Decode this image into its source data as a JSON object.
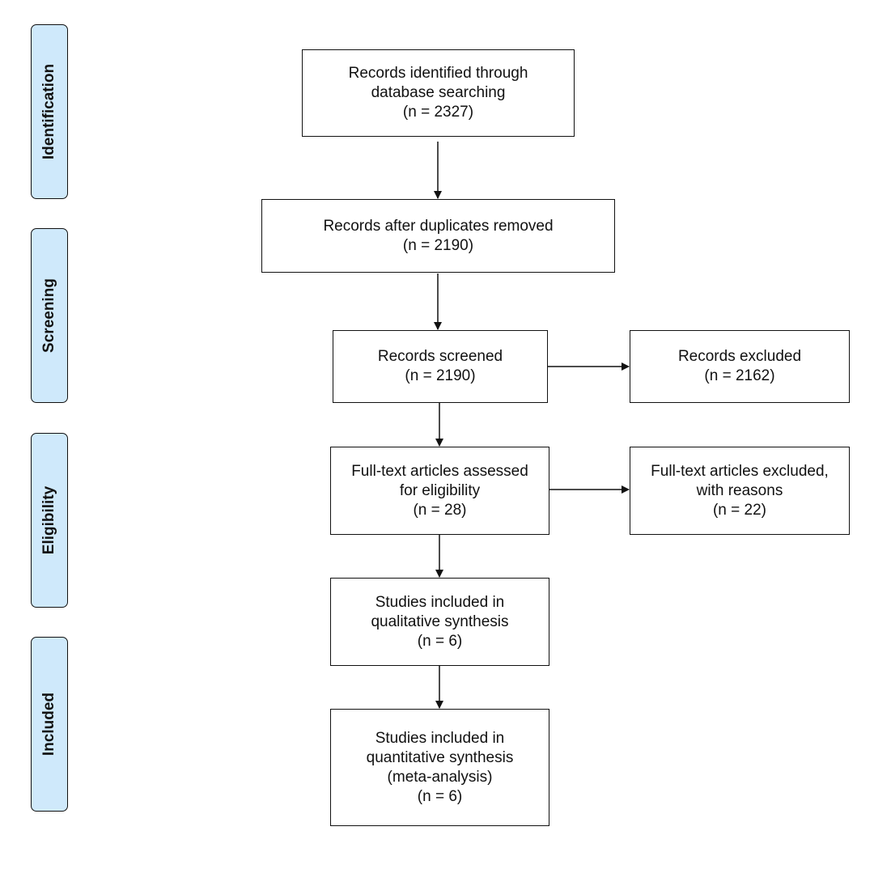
{
  "phases": {
    "identification": "Identification",
    "screening": "Screening",
    "eligibility": "Eligibility",
    "included": "Included"
  },
  "boxes": {
    "identified": "Records identified through\ndatabase searching\n(n = 2327)",
    "after_duplicates": "Records after duplicates removed\n(n = 2190)",
    "screened": "Records screened\n(n = 2190)",
    "excluded": "Records excluded\n(n = 2162)",
    "fulltext_assessed": "Full-text articles assessed\nfor eligibility\n(n = 28)",
    "fulltext_excluded": "Full-text articles excluded,\nwith reasons\n(n = 22)",
    "qualitative": "Studies included in\nqualitative synthesis\n(n = 6)",
    "quantitative": "Studies included in\nquantitative synthesis\n(meta-analysis)\n(n = 6)"
  },
  "colors": {
    "phase_fill": "#cfe9fb",
    "stroke": "#111111"
  }
}
